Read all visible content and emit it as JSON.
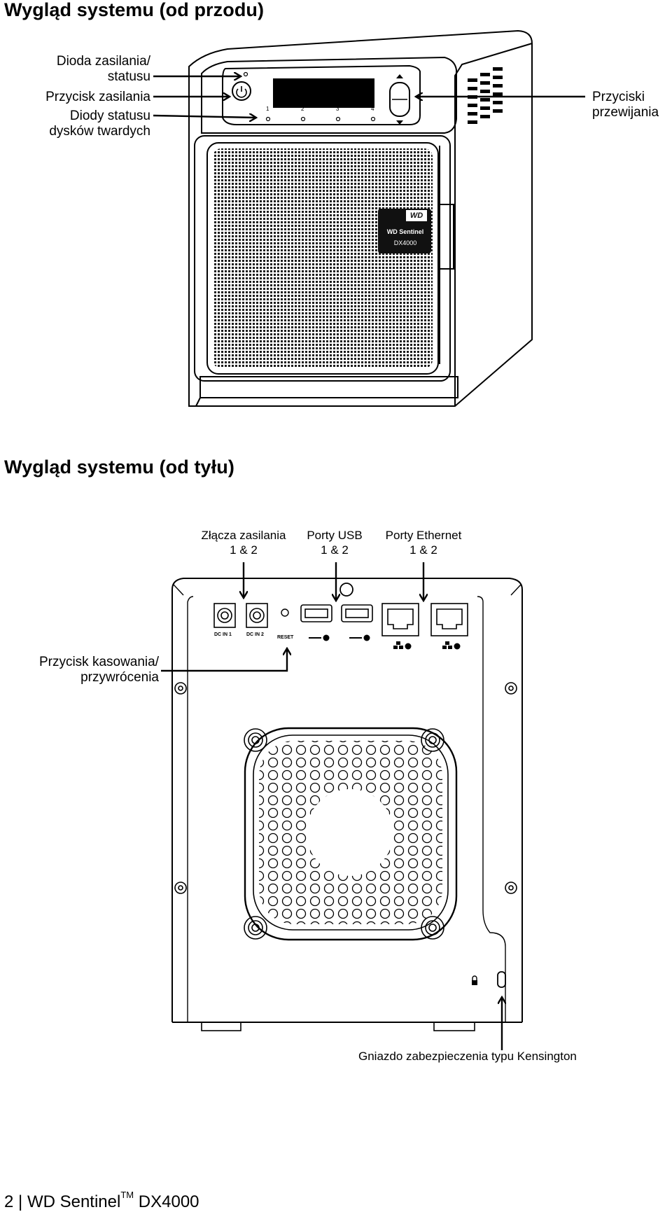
{
  "front": {
    "title": "Wygląd systemu (od przodu)",
    "label_power_led": "Dioda zasilania/\nstatusu",
    "label_power_button": "Przycisk zasilania",
    "label_drive_leds": "Diody statusu\ndysków twardych",
    "label_scroll_buttons": "Przyciski\nprzewijania",
    "badge_brand": "WD",
    "badge_name": "WD Sentinel",
    "badge_model": "DX4000",
    "drive_numbers": [
      "1",
      "2",
      "3",
      "4"
    ]
  },
  "back": {
    "title": "Wygląd systemu (od tyłu)",
    "label_power_ports": "Złącza zasilania\n1 & 2",
    "label_usb_ports": "Porty USB\n1 & 2",
    "label_ethernet_ports": "Porty Ethernet\n1 & 2",
    "label_reset": "Przycisk kasowania/\nprzywrócenia",
    "label_kensington": "Gniazdo zabezpieczenia typu Kensington",
    "port_dcin1": "DC IN 1",
    "port_dcin2": "DC IN 2",
    "port_reset": "RESET"
  },
  "footer": {
    "page": "2",
    "separator": "|",
    "product": "WD Sentinel",
    "trademark": "TM",
    "model": "DX4000"
  }
}
